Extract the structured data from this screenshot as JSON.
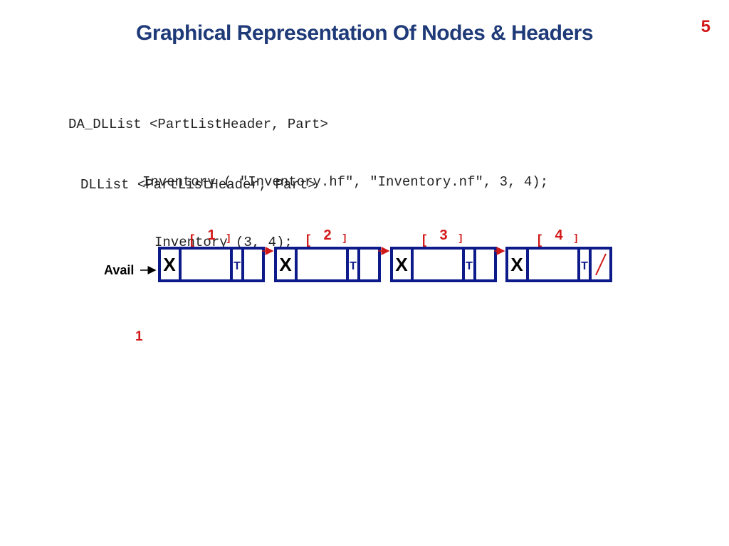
{
  "slide": {
    "title": "Graphical Representation Of Nodes & Headers",
    "number": "5"
  },
  "code": {
    "block1": {
      "line1": "DA_DLList <PartListHeader, Part>",
      "line2": "Inventory ( \"Inventory.hf\", \"Inventory.nf\", 3, 4);"
    },
    "block2": {
      "line1": "DLList <PartListHeader, Part>",
      "line2": "Inventory (3, 4);"
    }
  },
  "diagram": {
    "avail_label": "Avail",
    "nodes": [
      {
        "index": "1",
        "left_field": "X",
        "tag_field": "T",
        "next": "link"
      },
      {
        "index": "2",
        "left_field": "X",
        "tag_field": "T",
        "next": "link"
      },
      {
        "index": "3",
        "left_field": "X",
        "tag_field": "T",
        "next": "link"
      },
      {
        "index": "4",
        "left_field": "X",
        "tag_field": "T",
        "next": "null"
      }
    ],
    "bracket_open": "[",
    "bracket_close": "]"
  },
  "footnote": "1",
  "colors": {
    "title": "#1f3a78",
    "accent_red": "#d11919",
    "node_border": "#0d1a8a"
  }
}
